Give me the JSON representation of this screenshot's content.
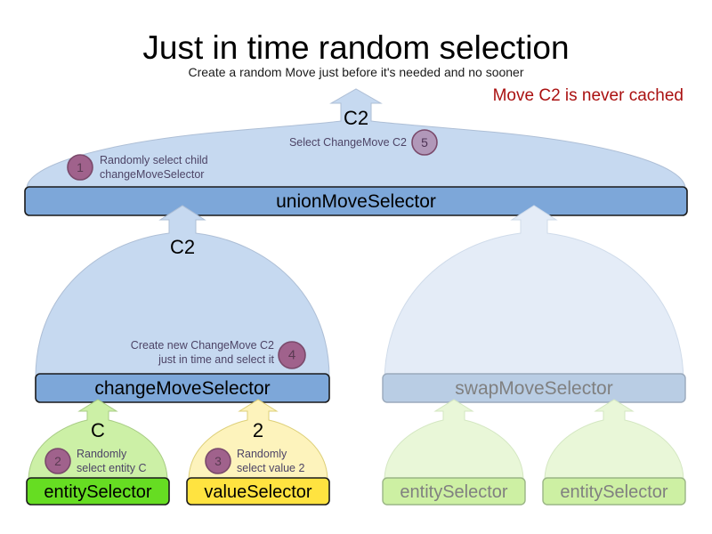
{
  "header": {
    "title": "Just in time random selection",
    "subtitle": "Create a random Move just before it's needed and no sooner",
    "warning": "Move C2 is never cached",
    "warning_color": "#aa1111"
  },
  "colors": {
    "arrow_blue_fill": "#c6d9f0",
    "arrow_blue_stroke": "#aebfd6",
    "box_blue_fill": "#7da7d9",
    "box_blue_stroke": "#1a1a1a",
    "arrow_green_fill": "#ccf0a6",
    "arrow_green_stroke": "#a8cc85",
    "box_green_fill": "#66dd22",
    "arrow_yellow_fill": "#fdf3bc",
    "arrow_yellow_stroke": "#ddcf78",
    "box_yellow_fill": "#ffe340",
    "badge_fill": "#a0628c",
    "badge_stroke": "#7a4a6b",
    "faded_text": "#808080"
  },
  "nodes": {
    "union": {
      "label": "unionMoveSelector",
      "move_label": "C2"
    },
    "change": {
      "label": "changeMoveSelector",
      "move_label": "C2"
    },
    "swap": {
      "label": "swapMoveSelector"
    },
    "entity_left": {
      "label": "entitySelector",
      "move_label": "C"
    },
    "value_left": {
      "label": "valueSelector",
      "move_label": "2"
    },
    "entity_swap_a": {
      "label": "entitySelector"
    },
    "entity_swap_b": {
      "label": "entitySelector"
    }
  },
  "steps": [
    {
      "number": "1",
      "lines": [
        "Randomly select child",
        "changeMoveSelector"
      ]
    },
    {
      "number": "2",
      "lines": [
        "Randomly",
        "select entity C"
      ]
    },
    {
      "number": "3",
      "lines": [
        "Randomly",
        "select value 2"
      ]
    },
    {
      "number": "4",
      "lines": [
        "Create new ChangeMove C2",
        "just in time and select it"
      ]
    },
    {
      "number": "5",
      "lines": [
        "Select ChangeMove C2"
      ]
    }
  ]
}
